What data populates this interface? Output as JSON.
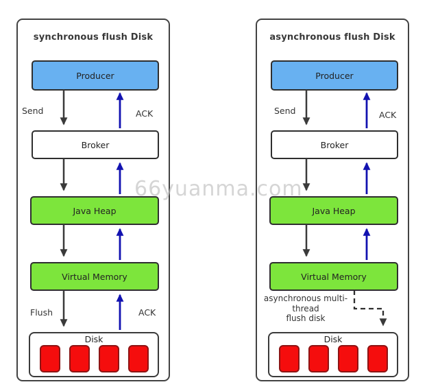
{
  "watermark": "66yuanma.com",
  "colors": {
    "producer_fill": "#68b1f1",
    "memory_fill": "#7de53c",
    "disk_block_fill": "#f50d0d",
    "disk_block_border": "#8d1414",
    "black_arrow": "#3a3a3a",
    "blue_arrow": "#1212b0",
    "panel_border": "#424242"
  },
  "panels": [
    {
      "title": "synchronous flush Disk",
      "producer": "Producer",
      "broker": "Broker",
      "heap": "Java Heap",
      "vm": "Virtual Memory",
      "disk": "Disk",
      "send_label": "Send",
      "ack_top_label": "ACK",
      "flush_label": "Flush",
      "ack_bottom_label": "ACK"
    },
    {
      "title": "asynchronous flush Disk",
      "producer": "Producer",
      "broker": "Broker",
      "heap": "Java Heap",
      "vm": "Virtual Memory",
      "disk": "Disk",
      "send_label": "Send",
      "ack_top_label": "ACK",
      "note_line1": "asynchronous multi-",
      "note_line2": "thread",
      "note_line3": "flush disk"
    }
  ]
}
